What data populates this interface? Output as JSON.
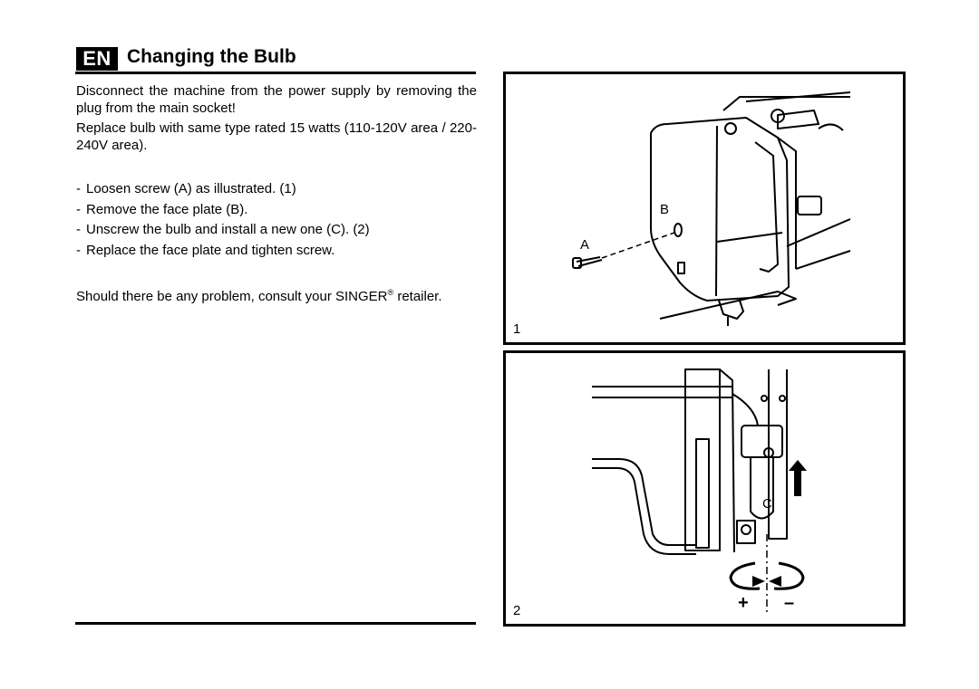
{
  "header": {
    "language_badge": "EN",
    "title": "Changing the Bulb"
  },
  "body": {
    "paragraph_1": "Disconnect the machine from the power supply by removing the plug from the main socket!",
    "paragraph_2": "Replace bulb with same type rated 15 watts (110-120V area / 220-240V area).",
    "steps": [
      "Loosen screw (A) as illustrated. (1)",
      "Remove the face plate (B).",
      "Unscrew the bulb and install a new one (C). (2)",
      "Replace the face plate and tighten screw."
    ],
    "note_before": "Should there be any problem, consult your SINGER",
    "note_mark": "®",
    "note_after": " retailer."
  },
  "figures": [
    {
      "number": "1",
      "label_a": "A",
      "label_b": "B"
    },
    {
      "number": "2",
      "label_c": "C",
      "plus": "+",
      "minus": "–"
    }
  ]
}
